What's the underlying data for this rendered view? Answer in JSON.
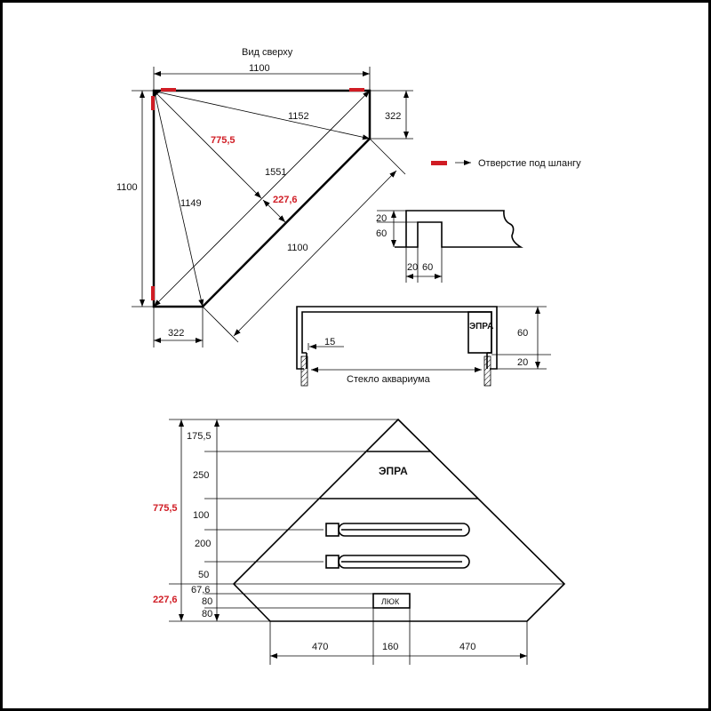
{
  "top_view": {
    "title": "Вид сверху",
    "dim_top": "1100",
    "dim_left": "1100",
    "dim_right": "322",
    "dim_bottom": "322",
    "dim_diag_long": "1551",
    "dim_diag_1152": "1152",
    "dim_diag_1149": "1149",
    "dim_front": "1100",
    "dim_height_red": "775,5",
    "dim_depth_red": "227,6"
  },
  "legend": {
    "label": "Отверстие под шлангу",
    "color": "#d01c24"
  },
  "profile": {
    "dim_v1": "20",
    "dim_v2": "60",
    "dim_h1": "20",
    "dim_h2": "60"
  },
  "section": {
    "ballast_label": "ЭПРА",
    "dim_15": "15",
    "dim_60": "60",
    "dim_20": "20",
    "glass_label": "Стекло аквариума"
  },
  "bottom_view": {
    "ballast_label": "ЭПРА",
    "hatch_label": "ЛЮК",
    "dims_left": [
      "175,5",
      "250",
      "100",
      "200",
      "50",
      "67,6",
      "80",
      "80"
    ],
    "dim_total_red": "775,5",
    "dim_front_red": "227,6",
    "dims_bottom": [
      "470",
      "160",
      "470"
    ]
  }
}
